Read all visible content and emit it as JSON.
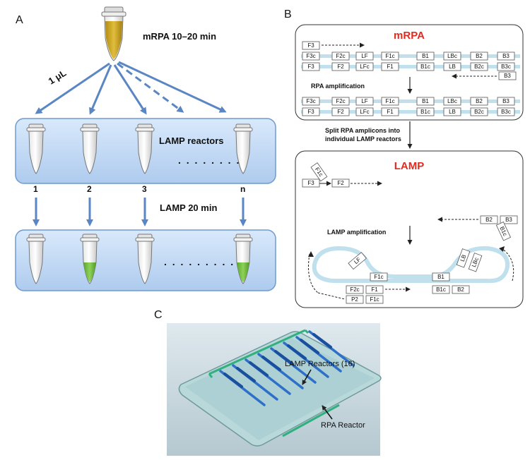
{
  "panel_a": {
    "letter": "A",
    "top_label": "mRPA 10–20 min",
    "volume_label": "1 μL",
    "reactors_label": "LAMP reactors",
    "dots": ". . . . . . . .",
    "tube_numbers": [
      "1",
      "2",
      "3",
      "n"
    ],
    "lamp_time_label": "LAMP 20 min",
    "dots_bottom": ". . . . . . . . ."
  },
  "panel_b": {
    "letter": "B",
    "mrpa_title": "mRPA",
    "lamp_title": "LAMP",
    "rpa_amp_label": "RPA amplification",
    "split_label_line1": "Split RPA amplicons into",
    "split_label_line2": "individual LAMP reactors",
    "lamp_amp_label": "LAMP amplification",
    "primer_f3": "F3",
    "primer_b3": "B3",
    "primer_f2": "F2",
    "primer_f1c": "F1c",
    "primer_b2": "B2",
    "primer_b1c": "B1c",
    "top_strand": [
      "F3c",
      "F2c",
      "LF",
      "F1c",
      "B1",
      "LBc",
      "B2",
      "B3"
    ],
    "bottom_strand": [
      "F3",
      "F2",
      "LFc",
      "F1",
      "B1c",
      "LB",
      "B2c",
      "B3c"
    ],
    "dumbbell_left_top": "LF",
    "dumbbell_left_mid": "F1c",
    "dumbbell_left_a": [
      "F2c",
      "F1"
    ],
    "dumbbell_left_b": [
      "P2",
      "F1c"
    ],
    "dumbbell_right_top": [
      "LB",
      "LBc"
    ],
    "dumbbell_right_b1": "B1",
    "dumbbell_right_row": [
      "B1c",
      "B2"
    ]
  },
  "panel_c": {
    "letter": "C",
    "label_reactors": "LAMP Reactors (16)",
    "label_rpa": "RPA Reactor"
  }
}
